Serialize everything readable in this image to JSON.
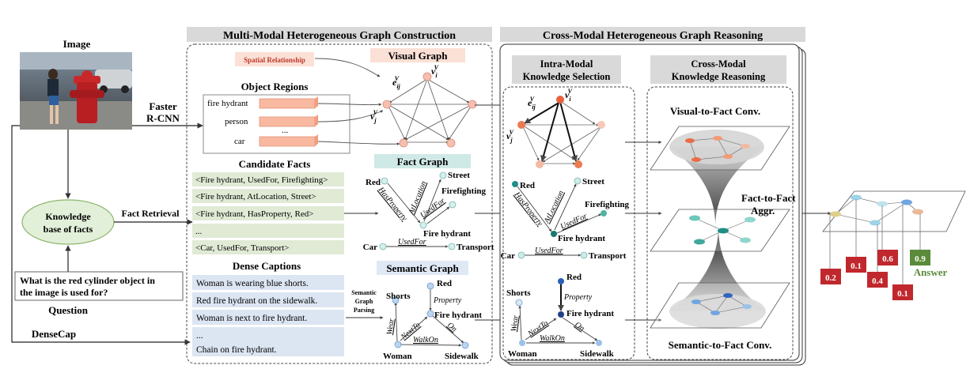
{
  "left_panel": {
    "image_label": "Image",
    "faster_rcnn_line1": "Faster",
    "faster_rcnn_line2": "R-CNN",
    "kb_line1": "Knowledge",
    "kb_line2": "base of facts",
    "fact_retrieval": "Fact Retrieval",
    "question_line1": "What is the red cylinder object in",
    "question_line2": "the image is used for?",
    "question_label": "Question",
    "densecap_label": "DenseCap"
  },
  "construction": {
    "title": "Multi-Modal Heterogeneous Graph Construction",
    "spatial_relationship": "Spatial Relationship",
    "visual_graph_title": "Visual Graph",
    "object_regions_title": "Object Regions",
    "regions": [
      "fire hydrant",
      "person",
      "...",
      "car"
    ],
    "candidate_facts_title": "Candidate Facts",
    "facts": [
      "<Fire hydrant, UsedFor, Firefighting>",
      "<Fire hydrant, AtLocation, Street>",
      "<Fire hydrant, HasProperty, Red>",
      "...",
      "<Car, UsedFor, Transport>"
    ],
    "fact_graph_title": "Fact Graph",
    "dense_captions_title": "Dense Captions",
    "captions": [
      "Woman is wearing blue shorts.",
      "Red fire hydrant on the sidewalk.",
      "Woman is next to fire hydrant.",
      "...",
      "Chain on fire hydrant."
    ],
    "semantic_graph_title": "Semantic Graph",
    "parsing_line1": "Semantic",
    "parsing_line2": "Graph",
    "parsing_line3": "Parsing"
  },
  "visual_labels": {
    "edge": "e",
    "edge_sub": "ij",
    "edge_sup": "V",
    "node_i": "v",
    "node_i_sub": "i",
    "node_i_sup": "V",
    "node_j": "v",
    "node_j_sub": "j",
    "node_j_sup": "V"
  },
  "fact_graph": {
    "red": "Red",
    "street": "Street",
    "firefighting": "Firefighting",
    "fire_hydrant": "Fire hydrant",
    "car": "Car",
    "transport": "Transport",
    "has_property": "HasProperty",
    "at_location": "AtLocation",
    "used_for": "UsedFor"
  },
  "semantic_graph": {
    "red": "Red",
    "shorts": "Shorts",
    "property": "Property",
    "fire_hydrant": "Fire hydrant",
    "woman": "Woman",
    "sidewalk": "Sidewalk",
    "wear": "Wear",
    "next_to": "NextTo",
    "on": "On",
    "walk_on": "WalkOn"
  },
  "reasoning": {
    "title": "Cross-Modal Heterogeneous Graph Reasoning",
    "intra_line1": "Intra-Modal",
    "intra_line2": "Knowledge Selection",
    "cross_line1": "Cross-Modal",
    "cross_line2": "Knowledge Reasoning",
    "visual_to_fact": "Visual-to-Fact Conv.",
    "fact_to_fact_line1": "Fact-to-Fact",
    "fact_to_fact_line2": "Aggr.",
    "semantic_to_fact": "Semantic-to-Fact Conv."
  },
  "answer": {
    "label": "Answer",
    "scores": [
      "0.2",
      "0.1",
      "0.6",
      "0.9",
      "0.4",
      "0.1"
    ]
  },
  "colors": {
    "header_bg": "#d9d9d9",
    "visual_title_bg": "#fbe0d6",
    "fact_title_bg": "#cfe9e6",
    "semantic_title_bg": "#dfe8f5",
    "fact_box": "#e0ead5",
    "caption_box": "#dce5f2",
    "region_bar": "#f8b9a0",
    "kb_fill": "#e2f0d9",
    "score_red": "#c0282d",
    "score_green": "#5b8a3b"
  }
}
